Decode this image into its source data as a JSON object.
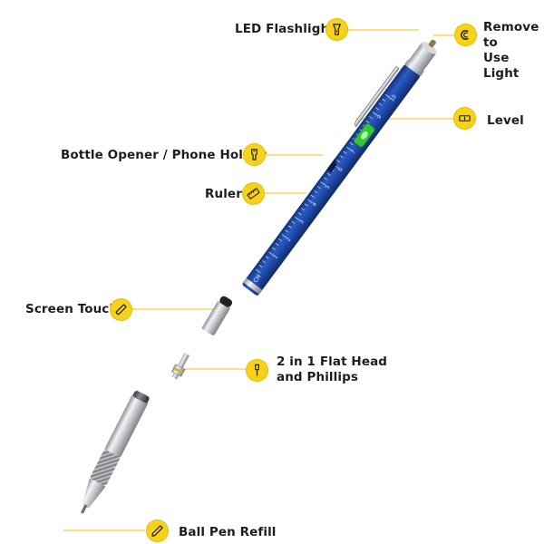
{
  "labels": {
    "led": "LED Flashlight",
    "remove_line1": "Remove to",
    "remove_line2": "Use Light",
    "level": "Level",
    "bottle": "Bottle Opener / Phone Holder",
    "ruler": "Ruler",
    "screen": "Screen Touch",
    "screwdriver_line1": "2 in 1 Flat Head",
    "screwdriver_line2": "and Phillips",
    "refill": "Ball Pen Refill"
  },
  "ruler_marks": [
    "1",
    "2",
    "3",
    "4",
    "5",
    "6",
    "7",
    "8",
    "9",
    "10"
  ],
  "ruler_unit": "CM",
  "colors": {
    "badge": "#f7d21a",
    "leader_line": "#f0cf3a",
    "pen_body": "#1f48a8",
    "pen_body_dark": "#143277",
    "level_bubble": "#35c43a",
    "metal": "#c9ccd0",
    "label_text": "#1d1d1d"
  },
  "icons": {
    "led": "flashlight-icon",
    "remove": "cap-remove-icon",
    "level": "level-icon",
    "bottle": "bottle-opener-icon",
    "ruler": "ruler-icon",
    "screen": "stylus-icon",
    "screwdriver": "screwdriver-icon",
    "refill": "pen-icon"
  }
}
